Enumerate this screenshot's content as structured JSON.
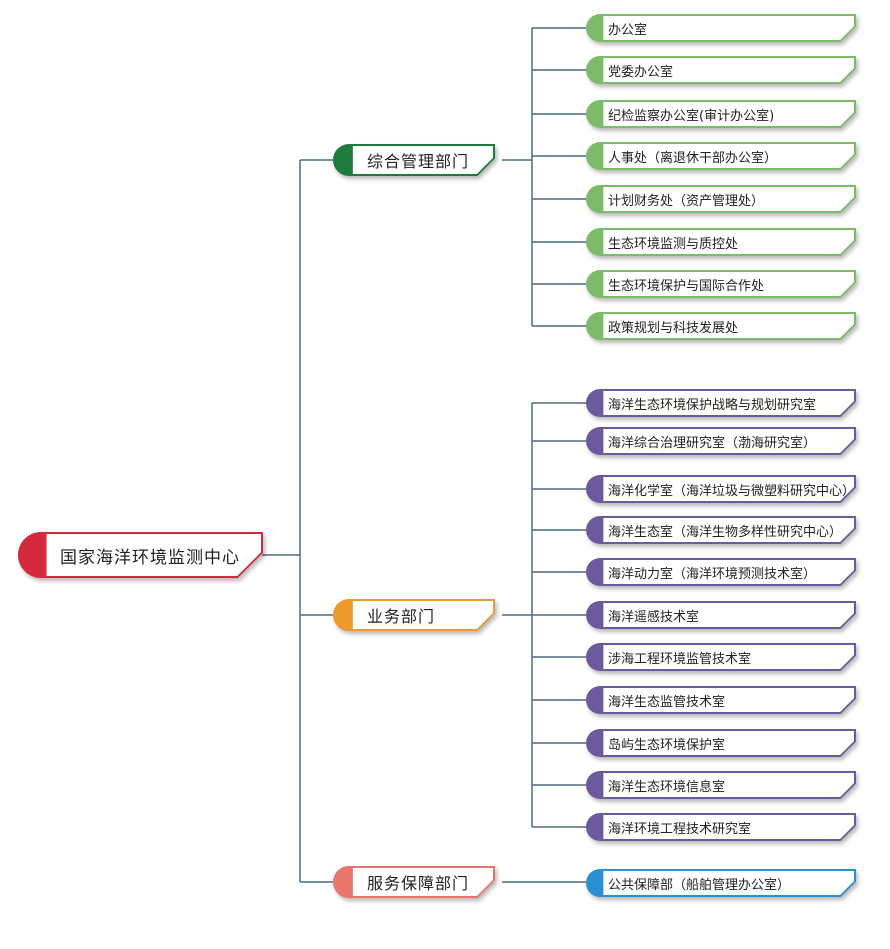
{
  "colors": {
    "line": "#4d6b82",
    "root": "#d22a3c",
    "admin": "#1f7a3d",
    "admin_leaf": "#7bbb69",
    "business": "#ec9a2c",
    "business_leaf": "#6b5b9e",
    "service": "#e9756a",
    "service_leaf": "#2a8fd3"
  },
  "root": {
    "label": "国家海洋环境监测中心"
  },
  "groups": [
    {
      "label": "综合管理部门",
      "color_key": "admin",
      "leaf_color_key": "admin_leaf",
      "children": [
        "办公室",
        "党委办公室",
        "纪检监察办公室(审计办公室)",
        "人事处（离退休干部办公室）",
        "计划财务处（资产管理处）",
        "生态环境监测与质控处",
        "生态环境保护与国际合作处",
        "政策规划与科技发展处"
      ]
    },
    {
      "label": "业务部门",
      "color_key": "business",
      "leaf_color_key": "business_leaf",
      "children": [
        "海洋生态环境保护战略与规划研究室",
        "海洋综合治理研究室（渤海研究室）",
        "海洋化学室（海洋垃圾与微塑料研究中心）",
        "海洋生态室（海洋生物多样性研究中心）",
        "海洋动力室（海洋环境预测技术室）",
        "海洋遥感技术室",
        "涉海工程环境监管技术室",
        "海洋生态监管技术室",
        "岛屿生态环境保护室",
        "海洋生态环境信息室",
        "海洋环境工程技术研究室"
      ]
    },
    {
      "label": "服务保障部门",
      "color_key": "service",
      "leaf_color_key": "service_leaf",
      "children": [
        "公共保障部（船舶管理办公室）"
      ]
    }
  ]
}
